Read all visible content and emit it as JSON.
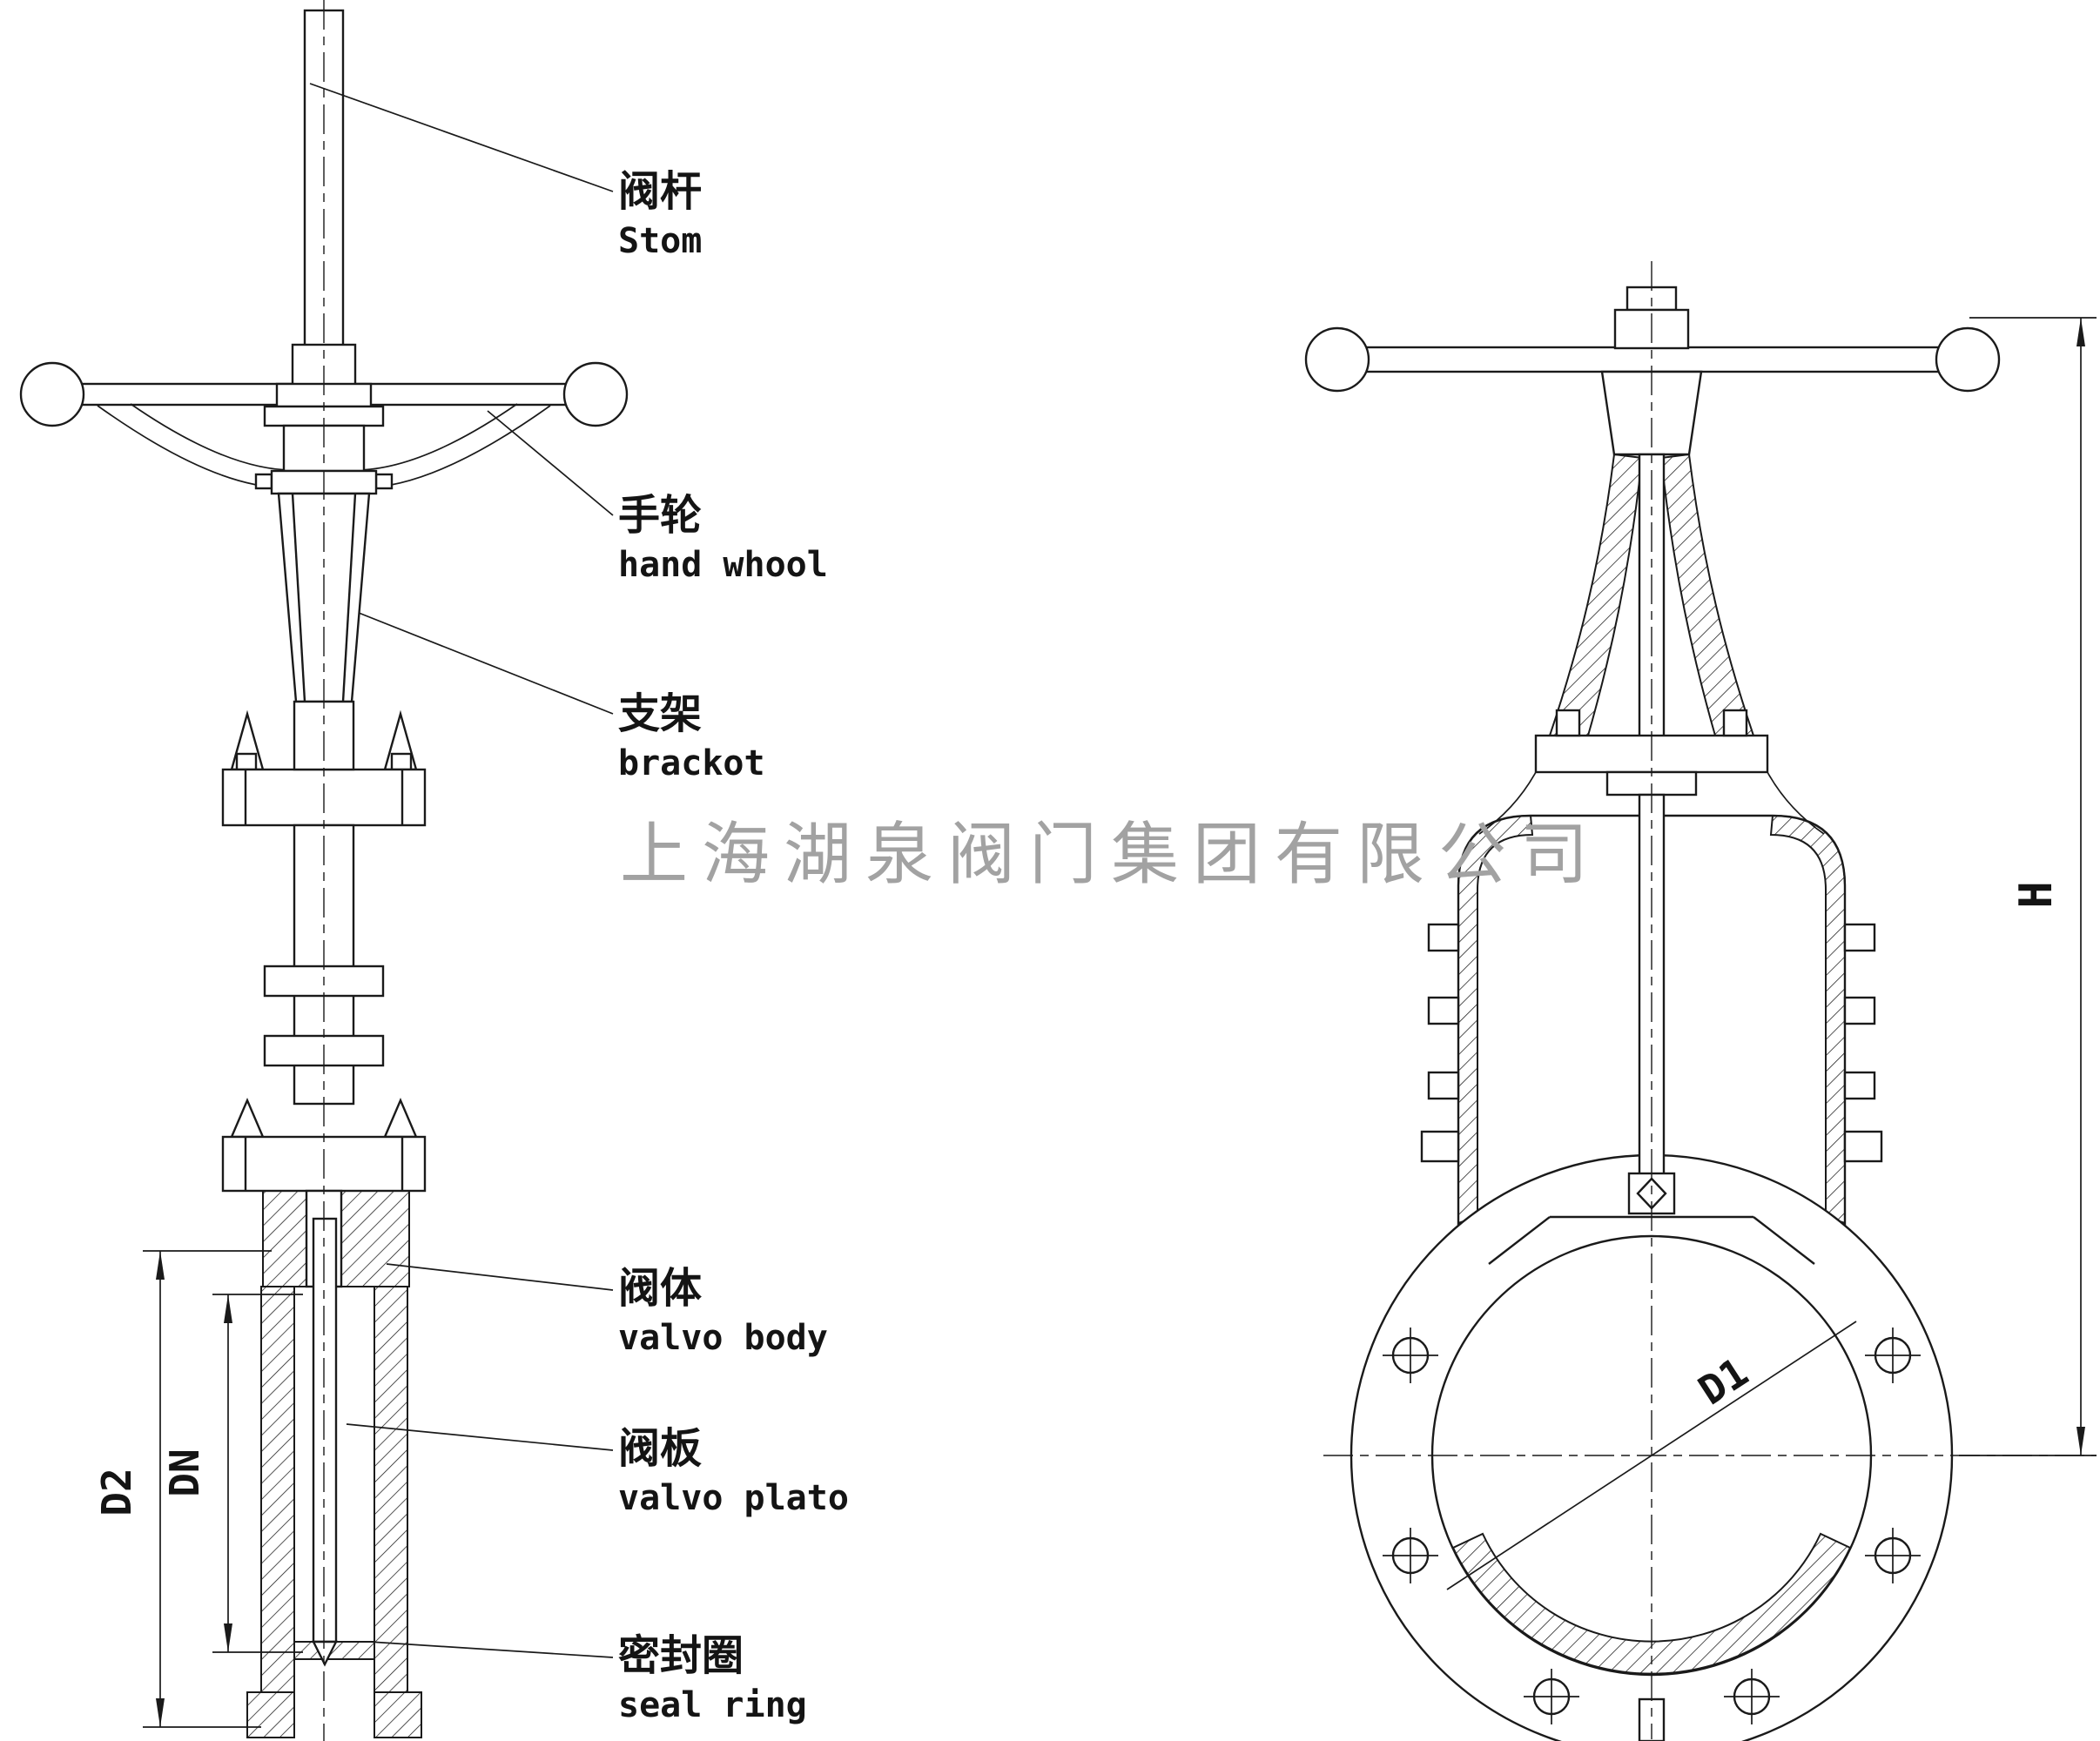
{
  "drawing": {
    "background": "#ffffff",
    "line_color": "#1a1a1a"
  },
  "watermark": {
    "text": "上海湖泉阀门集团有限公司",
    "color": "#a2a2a2"
  },
  "labels": {
    "stem": {
      "zh": "阀杆",
      "en": "Stom"
    },
    "hand_wheel": {
      "zh": "手轮",
      "en": "hand whool"
    },
    "bracket": {
      "zh": "支架",
      "en": "brackot"
    },
    "valve_body": {
      "zh": "阀体",
      "en": "valvo body"
    },
    "valve_plate": {
      "zh": "阀板",
      "en": "valvo plato"
    },
    "seal_ring": {
      "zh": "密封圈",
      "en": "seal ring"
    }
  },
  "dimensions": {
    "d2": "D2",
    "dn": "DN",
    "d1": "D1",
    "h": "H"
  }
}
